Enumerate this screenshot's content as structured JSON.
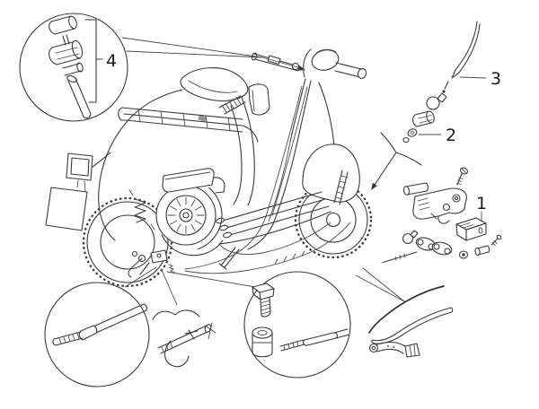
{
  "diagram": {
    "background_color": "#ffffff",
    "ink_color": "#3a3a3a",
    "callouts": [
      {
        "number": "1",
        "target": "gear-selector-box-assembly"
      },
      {
        "number": "2",
        "target": "cable-end-fittings"
      },
      {
        "number": "3",
        "target": "flexible-control-rod"
      },
      {
        "number": "4",
        "target": "handlebar-cable-adjuster"
      }
    ],
    "detail_views": [
      {
        "name": "cable-adjuster-magnified",
        "position": "top-left"
      },
      {
        "name": "inner-cable-and-ferrule-magnified",
        "position": "bottom-left"
      },
      {
        "name": "clamp-bolt-and-trunnion-magnified",
        "position": "bottom-center"
      }
    ]
  }
}
